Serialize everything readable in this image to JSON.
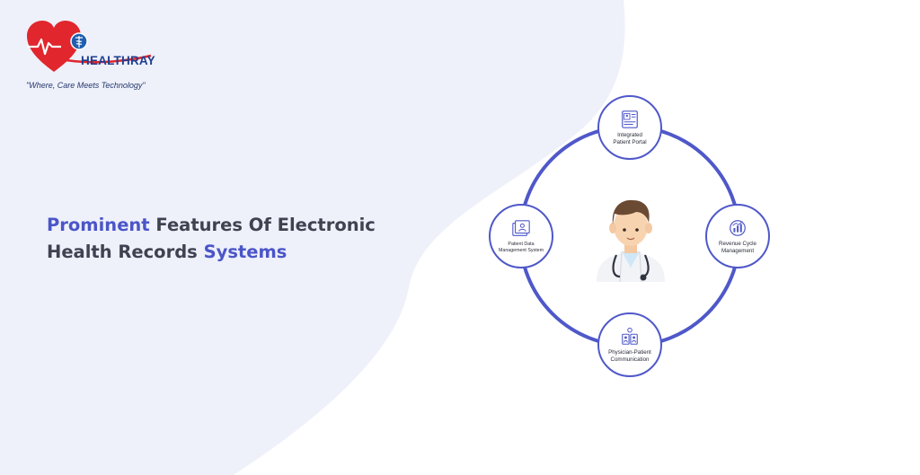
{
  "brand": {
    "name": "HEALTHRAY",
    "tagline": "\"Where, Care Meets Technology\""
  },
  "headline": {
    "line1_accent": "Prominent",
    "line1_rest": " Features Of Electronic",
    "line2_rest": "Health Records ",
    "line2_accent": "Systems"
  },
  "colors": {
    "accent": "#4b55c8",
    "ring": "#4f58c9",
    "background_left": "#eef0fa",
    "logo_red": "#e1262d",
    "logo_blue": "#1f3f8f"
  },
  "diagram": {
    "center_icon": "doctor-icon",
    "nodes": {
      "top": {
        "label_1": "Integrated",
        "label_2": "Patient Portal",
        "icon": "patient-portal-icon"
      },
      "right": {
        "label_1": "Revenue Cycle",
        "label_2": "Management",
        "icon": "revenue-chart-icon"
      },
      "bottom": {
        "label_1": "Physician-Patient",
        "label_2": "Communication",
        "icon": "communication-icon"
      },
      "left": {
        "label_1": "Patient Data",
        "label_2": "Management System",
        "icon": "patient-data-icon"
      }
    }
  }
}
